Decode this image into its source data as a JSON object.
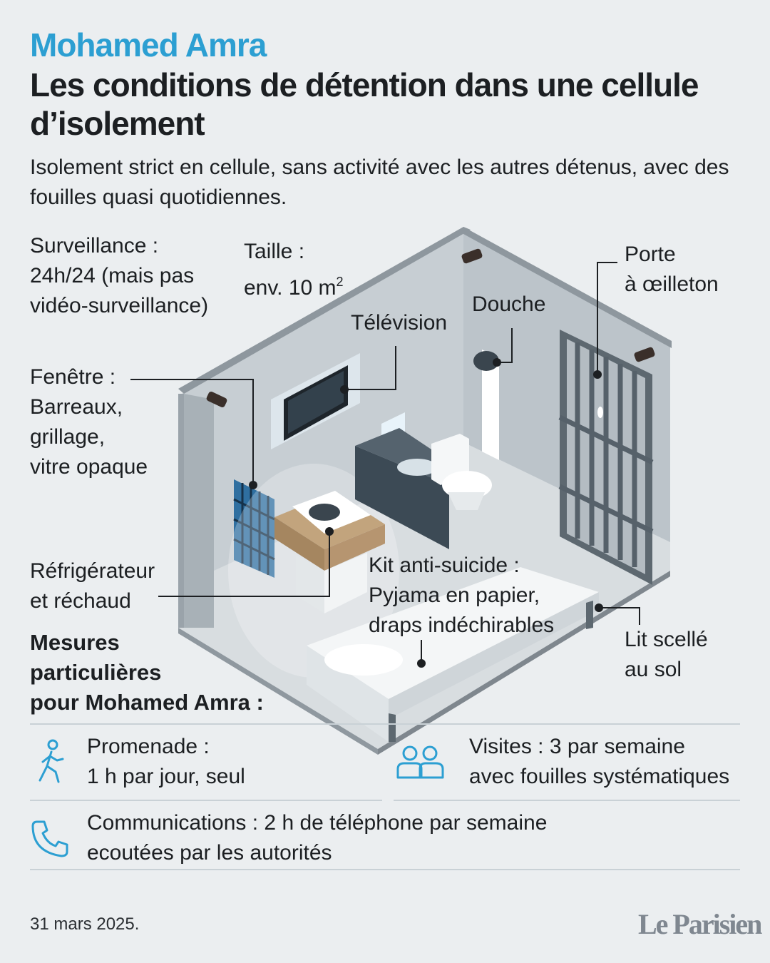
{
  "header": {
    "kicker": "Mohamed Amra",
    "title": "Les conditions de détention dans une cellule d’isolement",
    "subtitle": "Isolement strict en cellule, sans activité avec les autres détenus, avec des fouilles quasi quotidiennes."
  },
  "labels": {
    "surveillance": {
      "line1": "Surveillance :",
      "line2": "24h/24 (mais pas",
      "line3": "vidéo-surveillance)"
    },
    "taille": {
      "line1": "Taille :",
      "line2": "env. 10 m",
      "sup": "2"
    },
    "television": "Télévision",
    "douche": "Douche",
    "porte": {
      "line1": "Porte",
      "line2": "à œilleton"
    },
    "fenetre": {
      "line1": "Fenêtre :",
      "line2": "Barreaux,",
      "line3": "grillage,",
      "line4": "vitre opaque"
    },
    "refrigerateur": {
      "line1": "Réfrigérateur",
      "line2": "et réchaud"
    },
    "kit": {
      "line1": "Kit anti-suicide :",
      "line2": "Pyjama en papier,",
      "line3": "draps indéchirables"
    },
    "lit": {
      "line1": "Lit scellé",
      "line2": "au sol"
    }
  },
  "measures": {
    "title_line1": "Mesures",
    "title_line2": "particulières",
    "title_line3": "pour Mohamed Amra :",
    "promenade": {
      "line1": "Promenade :",
      "line2": "1 h par jour, seul",
      "icon": "walking-person-icon"
    },
    "visites": {
      "line1": "Visites : 3 par semaine",
      "line2": "avec fouilles systématiques",
      "icon": "people-icon"
    },
    "communications": {
      "line1": "Communications : 2 h de téléphone par semaine",
      "line2": "ecoutées par les autorités",
      "icon": "phone-icon"
    }
  },
  "footer": {
    "date": "31 mars 2025.",
    "logo": "Le Parisien"
  },
  "colors": {
    "accent": "#2c9fd2",
    "background": "#ebeef0",
    "icon": "#2c9fd2"
  }
}
